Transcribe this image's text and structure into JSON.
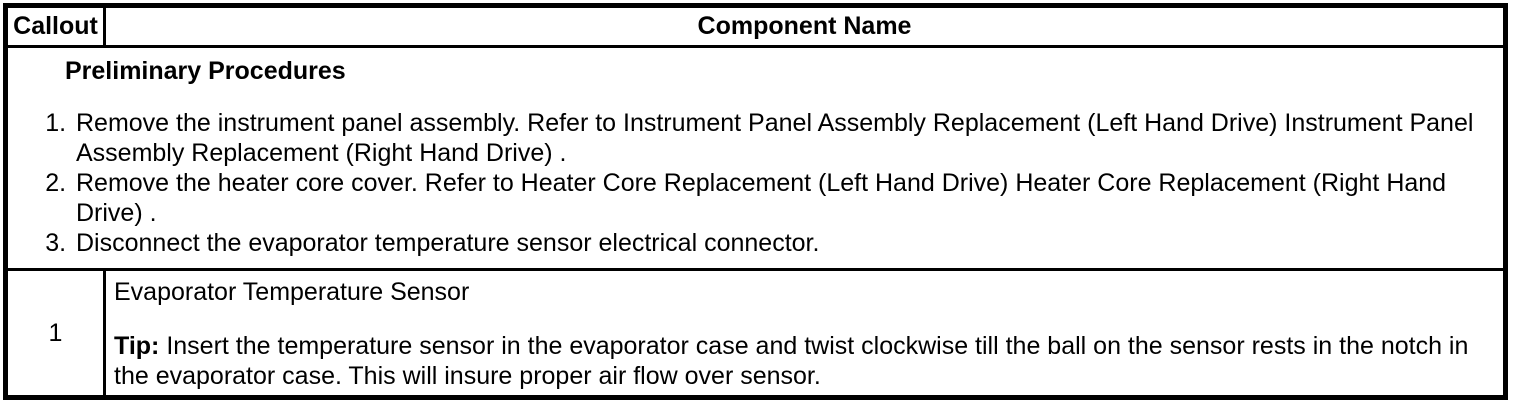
{
  "colors": {
    "border": "#000000",
    "background": "#ffffff",
    "text": "#000000"
  },
  "table": {
    "header": {
      "callout": "Callout",
      "component_name": "Component Name"
    },
    "preliminary": {
      "title": "Preliminary Procedures",
      "steps": [
        "Remove the instrument panel assembly. Refer to Instrument Panel Assembly Replacement (Left Hand Drive) Instrument Panel Assembly Replacement (Right Hand Drive) .",
        "Remove the heater core cover. Refer to Heater Core Replacement (Left Hand Drive) Heater Core Replacement (Right Hand Drive) .",
        "Disconnect the evaporator temperature sensor electrical connector."
      ]
    },
    "rows": [
      {
        "callout": "1",
        "component": "Evaporator Temperature Sensor",
        "tip_label": "Tip:",
        "tip_text": "Insert the temperature sensor in the evaporator case and twist clockwise till the ball on the sensor rests in the notch in the evaporator case. This will insure proper air flow over sensor."
      }
    ]
  }
}
